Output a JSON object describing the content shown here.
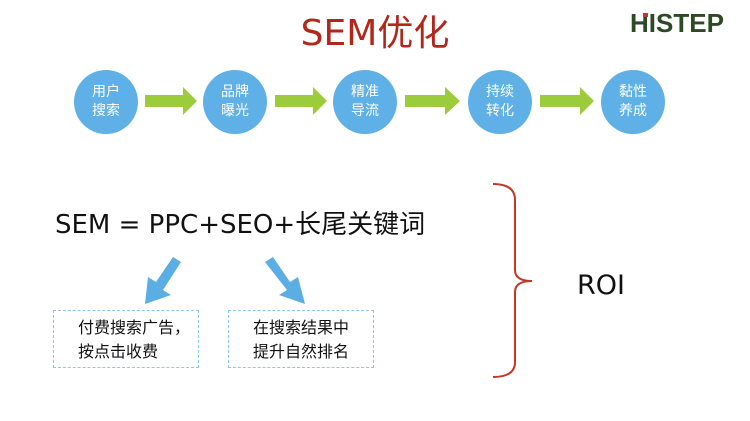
{
  "title": "SEM优化",
  "logo": "HISTEP",
  "flow_steps": [
    {
      "line1": "用户",
      "line2": "搜索"
    },
    {
      "line1": "品牌",
      "line2": "曝光"
    },
    {
      "line1": "精准",
      "line2": "导流"
    },
    {
      "line1": "持续",
      "line2": "转化"
    },
    {
      "line1": "黏性",
      "line2": "养成"
    }
  ],
  "formula": "SEM = PPC+SEO+长尾关键词",
  "boxes": [
    {
      "line1": "付费搜索广告，",
      "line2": "按点击收费"
    },
    {
      "line1": "在搜索结果中",
      "line2": "提升自然排名"
    }
  ],
  "result": "ROI",
  "colors": {
    "title": "#b3261c",
    "circle": "#5fb0e6",
    "flow_arrow": "#9ccc3c",
    "down_arrow": "#5aaee4",
    "brace": "#c0392b"
  }
}
